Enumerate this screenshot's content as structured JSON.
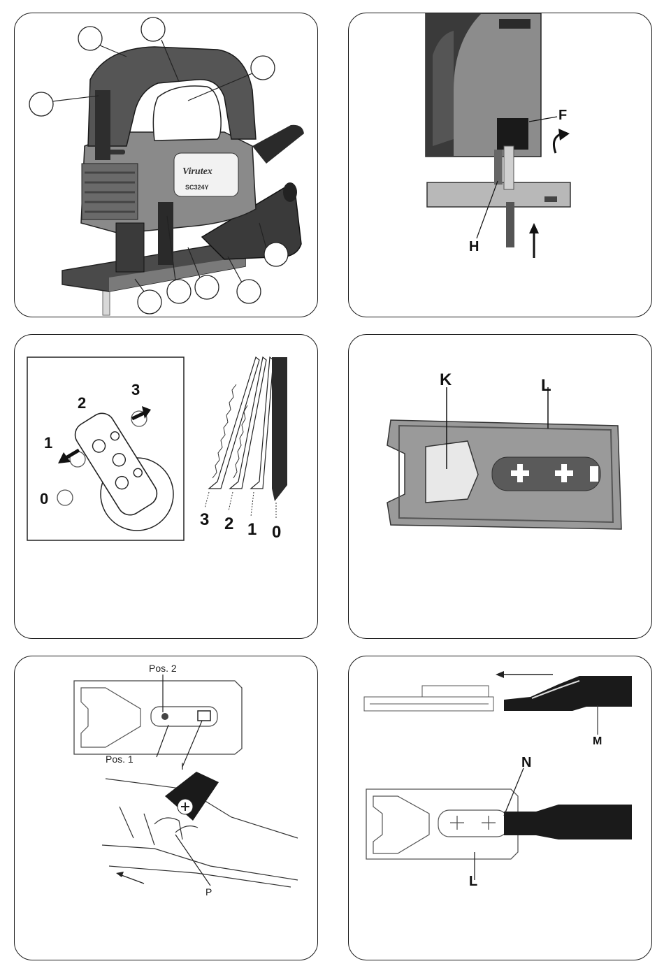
{
  "panel1": {
    "brand": "Virutex",
    "model": "SC324Y"
  },
  "panel2": {
    "labels": {
      "f": "F",
      "h": "H"
    }
  },
  "panel3": {
    "dial_labels": {
      "zero": "0",
      "one": "1",
      "two": "2",
      "three": "3"
    },
    "blade_labels": [
      "3",
      "2",
      "1",
      "0"
    ]
  },
  "panel4": {
    "labels": {
      "k": "K",
      "l": "L"
    }
  },
  "panel5": {
    "labels": {
      "pos2": "Pos. 2",
      "pos1": "Pos. 1",
      "i": "I",
      "p": "P"
    }
  },
  "panel6": {
    "labels": {
      "m": "M",
      "n": "N",
      "l": "L"
    }
  }
}
